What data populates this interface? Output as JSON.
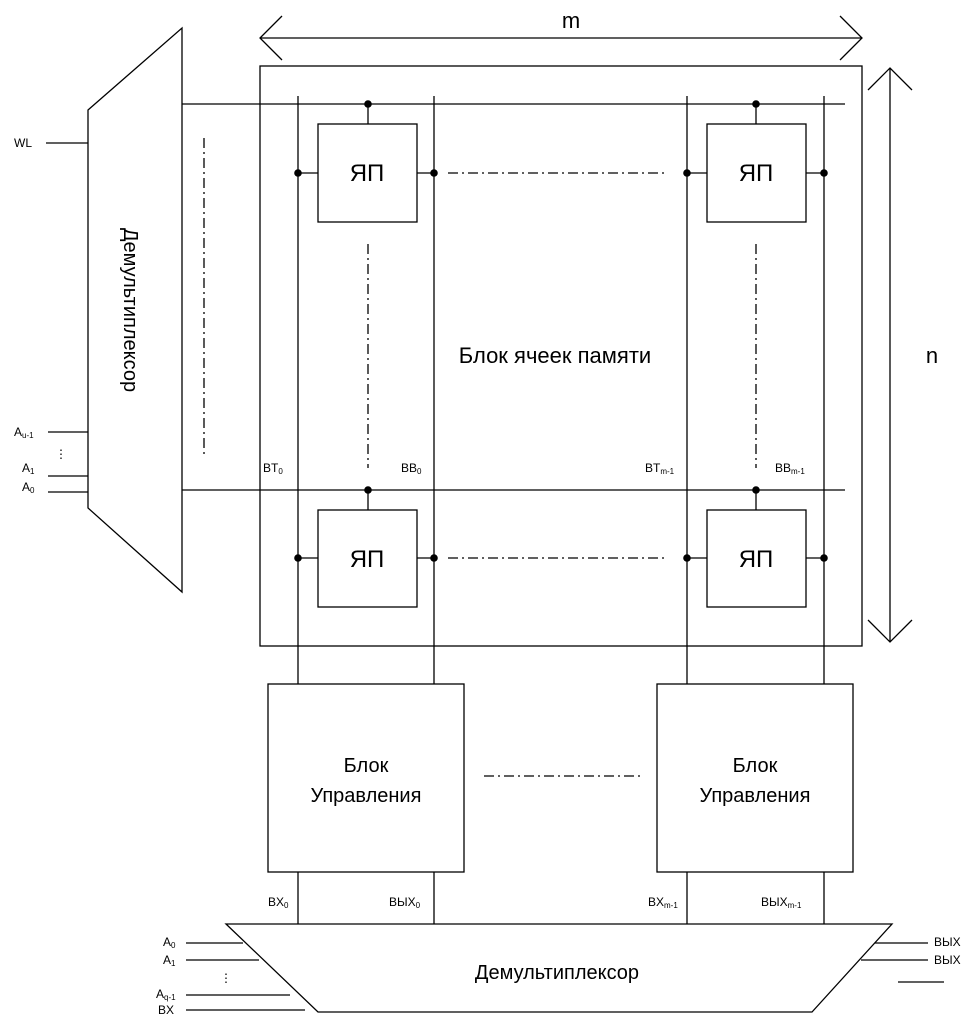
{
  "dimensions": {
    "width_label": "m",
    "height_label": "n"
  },
  "memory_block": {
    "label": "Блок ячеек памяти"
  },
  "cells": [
    {
      "label": "ЯП"
    },
    {
      "label": "ЯП"
    },
    {
      "label": "ЯП"
    },
    {
      "label": "ЯП"
    }
  ],
  "bit_lines": {
    "bt0": {
      "base": "BT",
      "sub": "0"
    },
    "bb0": {
      "base": "BB",
      "sub": "0"
    },
    "btm1": {
      "base": "BT",
      "sub": "m-1"
    },
    "bbm1": {
      "base": "BB",
      "sub": "m-1"
    }
  },
  "left_demux": {
    "label": "Демультиплексор",
    "wl": "WL",
    "inputs": [
      {
        "base": "A",
        "sub": "u-1"
      },
      {
        "base": "A",
        "sub": "1"
      },
      {
        "base": "A",
        "sub": "0"
      }
    ],
    "ellipsis": "⋮"
  },
  "control_blocks": [
    {
      "line1": "Блок",
      "line2": "Управления",
      "in_base": "BX",
      "in_sub": "0",
      "out_base": "ВЫХ",
      "out_sub": "0"
    },
    {
      "line1": "Блок",
      "line2": "Управления",
      "in_base": "BX",
      "in_sub": "m-1",
      "out_base": "ВЫХ",
      "out_sub": "m-1"
    }
  ],
  "bottom_demux": {
    "label": "Демультиплексор",
    "inputs": [
      {
        "base": "A",
        "sub": "0"
      },
      {
        "base": "A",
        "sub": "1"
      },
      {
        "base": "A",
        "sub": "q-1"
      },
      {
        "base": "BX",
        "sub": ""
      }
    ],
    "ellipsis": "⋮",
    "outputs": {
      "out": "ВЫХ",
      "out_inv": "ВЫХ"
    }
  }
}
